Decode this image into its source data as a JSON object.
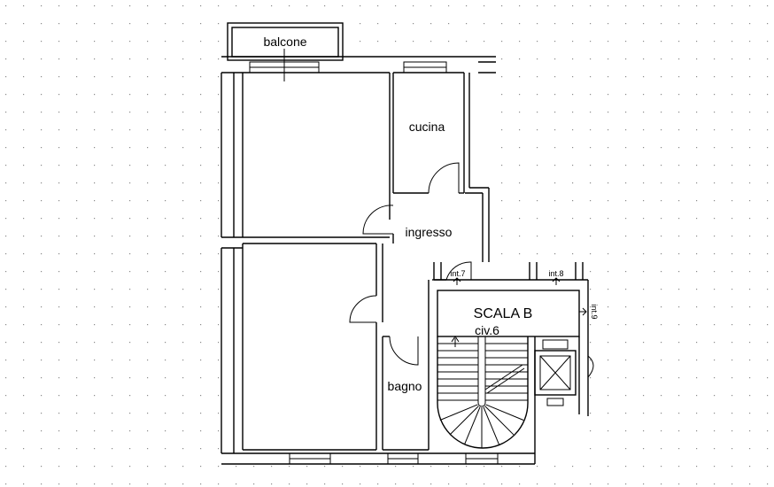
{
  "rooms": {
    "balcone": "balcone",
    "cucina": "cucina",
    "ingresso": "ingresso",
    "bagno": "bagno"
  },
  "stair": {
    "title": "SCALA B",
    "civic": "civ.6"
  },
  "units": {
    "int7": "int.7",
    "int8": "int.8",
    "int9": "int.9"
  }
}
